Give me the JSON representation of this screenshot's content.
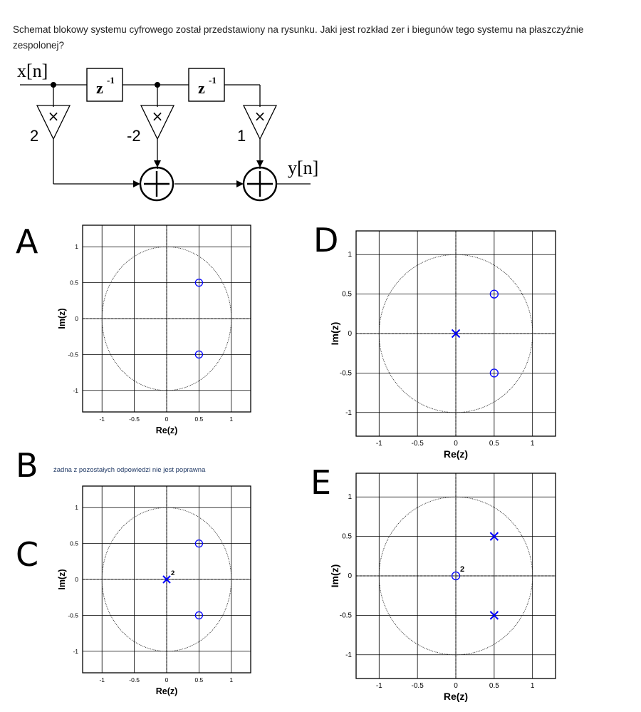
{
  "question": "Schemat blokowy systemu cyfrowego został przedstawiony na rysunku. Jaki jest rozkład zer i biegunów tego systemu na płaszczyźnie zespolonej?",
  "block_diagram": {
    "input_label": "x[n]",
    "output_label": "y[n]",
    "delay_label": "z",
    "delay_exp": "-1",
    "gains": [
      "2",
      "-2",
      "1"
    ],
    "multiplier_symbol": "×",
    "adder_symbol": "+"
  },
  "options": {
    "A": {
      "letter": "A"
    },
    "B": {
      "letter": "B",
      "text": "żadna z pozostałych odpowiedzi nie jest poprawna"
    },
    "C": {
      "letter": "C"
    },
    "D": {
      "letter": "D"
    },
    "E": {
      "letter": "E"
    }
  },
  "chart_data": [
    {
      "option": "A",
      "type": "scatter",
      "xlabel": "Re(z)",
      "ylabel": "Im(z)",
      "xlim": [
        -1.3,
        1.3
      ],
      "ylim": [
        -1.3,
        1.3
      ],
      "xticks": [
        "-1",
        "-0.5",
        "0",
        "0.5",
        "1"
      ],
      "yticks": [
        "1",
        "0.5",
        "0",
        "-0.5",
        "-1"
      ],
      "unit_circle": true,
      "grid": true,
      "marker_color": "#0000ff",
      "zeros": [
        [
          0.5,
          0.5
        ],
        [
          0.5,
          -0.5
        ]
      ],
      "poles": [],
      "annotations": []
    },
    {
      "option": "C",
      "type": "scatter",
      "xlabel": "Re(z)",
      "ylabel": "Im(z)",
      "xlim": [
        -1.3,
        1.3
      ],
      "ylim": [
        -1.3,
        1.3
      ],
      "xticks": [
        "-1",
        "-0.5",
        "0",
        "0.5",
        "1"
      ],
      "yticks": [
        "1",
        "0.5",
        "0",
        "-0.5",
        "-1"
      ],
      "unit_circle": true,
      "grid": true,
      "marker_color": "#0000ff",
      "zeros": [
        [
          0.5,
          0.5
        ],
        [
          0.5,
          -0.5
        ]
      ],
      "poles": [
        [
          0,
          0
        ]
      ],
      "annotations": [
        {
          "text": "2",
          "x": 0,
          "y": 0
        }
      ]
    },
    {
      "option": "D",
      "type": "scatter",
      "xlabel": "Re(z)",
      "ylabel": "Im(z)",
      "xlim": [
        -1.3,
        1.3
      ],
      "ylim": [
        -1.3,
        1.3
      ],
      "xticks": [
        "-1",
        "-0.5",
        "0",
        "0.5",
        "1"
      ],
      "yticks": [
        "1",
        "0.5",
        "0",
        "-0.5",
        "-1"
      ],
      "unit_circle": true,
      "grid": true,
      "marker_color": "#0000ff",
      "zeros": [
        [
          0.5,
          0.5
        ],
        [
          0.5,
          -0.5
        ]
      ],
      "poles": [
        [
          0,
          0
        ]
      ],
      "annotations": []
    },
    {
      "option": "E",
      "type": "scatter",
      "xlabel": "Re(z)",
      "ylabel": "Im(z)",
      "xlim": [
        -1.3,
        1.3
      ],
      "ylim": [
        -1.3,
        1.3
      ],
      "xticks": [
        "-1",
        "-0.5",
        "0",
        "0.5",
        "1"
      ],
      "yticks": [
        "1",
        "0.5",
        "0",
        "-0.5",
        "-1"
      ],
      "unit_circle": true,
      "grid": true,
      "marker_color": "#0000ff",
      "zeros": [
        [
          0,
          0
        ]
      ],
      "poles": [
        [
          0.5,
          0.5
        ],
        [
          0.5,
          -0.5
        ]
      ],
      "annotations": [
        {
          "text": "2",
          "x": 0,
          "y": 0
        }
      ]
    }
  ]
}
